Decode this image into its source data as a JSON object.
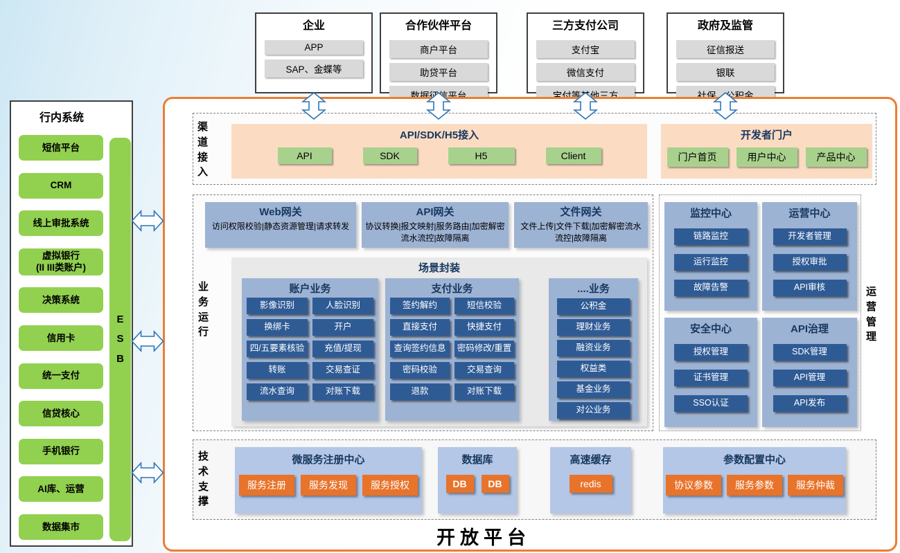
{
  "external_groups": [
    {
      "title": "企业",
      "items": [
        "APP",
        "SAP、金蝶等"
      ]
    },
    {
      "title": "合作伙伴平台",
      "items": [
        "商户平台",
        "助贷平台",
        "数据征信平台"
      ]
    },
    {
      "title": "三方支付公司",
      "items": [
        "支付宝",
        "微信支付",
        "宝付等其他三方"
      ]
    },
    {
      "title": "政府及监管",
      "items": [
        "征信报送",
        "银联",
        "社保、公积金"
      ]
    }
  ],
  "left_panel": {
    "title": "行内系统",
    "items": [
      "短信平台",
      "CRM",
      "线上审批系统",
      "虚拟银行\n(II III类账户)",
      "决策系统",
      "信用卡",
      "统一支付",
      "信贷核心",
      "手机银行",
      "AI库、运营",
      "数据集市"
    ],
    "esb_label": "ESB"
  },
  "platform": {
    "bottom_title": "开放平台",
    "channel_section": {
      "label": "渠道接入",
      "access_box": {
        "title": "API/SDK/H5接入",
        "buttons": [
          "API",
          "SDK",
          "H5",
          "Client"
        ]
      },
      "portal_box": {
        "title": "开发者门户",
        "buttons": [
          "门户首页",
          "用户中心",
          "产品中心"
        ]
      }
    },
    "business_section": {
      "label": "业务运行",
      "gateways": [
        {
          "title": "Web网关",
          "desc": "访问权限校验|静态资源管理|请求转发"
        },
        {
          "title": "API网关",
          "desc": "协议转换|报文映射|服务路由|加密解密流水流控|故障隔离"
        },
        {
          "title": "文件网关",
          "desc": "文件上传|文件下载|加密解密流水流控|故障隔离"
        }
      ],
      "scene_box": {
        "title": "场景封装",
        "account": {
          "title": "账户业务",
          "items": [
            "影像识别",
            "人脸识别",
            "换绑卡",
            "开户",
            "四/五要素核验",
            "充值/提现",
            "转账",
            "交易查证",
            "流水查询",
            "对账下载"
          ]
        },
        "payment": {
          "title": "支付业务",
          "items": [
            "签约解约",
            "短信校验",
            "直接支付",
            "快捷支付",
            "查询签约信息",
            "密码修改/重置",
            "密码校验",
            "交易查询",
            "退款",
            "对账下载"
          ]
        },
        "other": {
          "title": "....业务",
          "items": [
            "公积金",
            "理财业务",
            "融资业务",
            "权益类",
            "基金业务",
            "对公业务"
          ]
        }
      }
    },
    "ops_section": {
      "label": "运营管理",
      "centers": [
        {
          "title": "监控中心",
          "items": [
            "链路监控",
            "运行监控",
            "故障告警"
          ]
        },
        {
          "title": "运营中心",
          "items": [
            "开发者管理",
            "授权审批",
            "API审核"
          ]
        },
        {
          "title": "安全中心",
          "items": [
            "授权管理",
            "证书管理",
            "SSO认证"
          ]
        },
        {
          "title": "API治理",
          "items": [
            "SDK管理",
            "API管理",
            "API发布"
          ]
        }
      ]
    },
    "tech_section": {
      "label": "技术支撑",
      "groups": [
        {
          "title": "微服务注册中心",
          "items": [
            "服务注册",
            "服务发现",
            "服务授权"
          ]
        },
        {
          "title": "数据库",
          "items": [
            "DB",
            "DB"
          ]
        },
        {
          "title": "高速缓存",
          "items": [
            "redis"
          ]
        },
        {
          "title": "参数配置中心",
          "items": [
            "协议参数",
            "服务参数",
            "服务仲裁"
          ]
        }
      ]
    }
  },
  "colors": {
    "platform_border": "#ED7D31",
    "orange_panel": "#FBDCC3",
    "green_button": "#A9D18E",
    "green_item": "#92D050",
    "blue_panel": "#9DB3D4",
    "light_blue_panel": "#B4C7E7",
    "dark_blue_button": "#2F5B95",
    "orange_button": "#E8732A",
    "navy_text": "#17375E",
    "arrow_stroke": "#2E74B5",
    "gray_item": "#D9D9D9"
  }
}
